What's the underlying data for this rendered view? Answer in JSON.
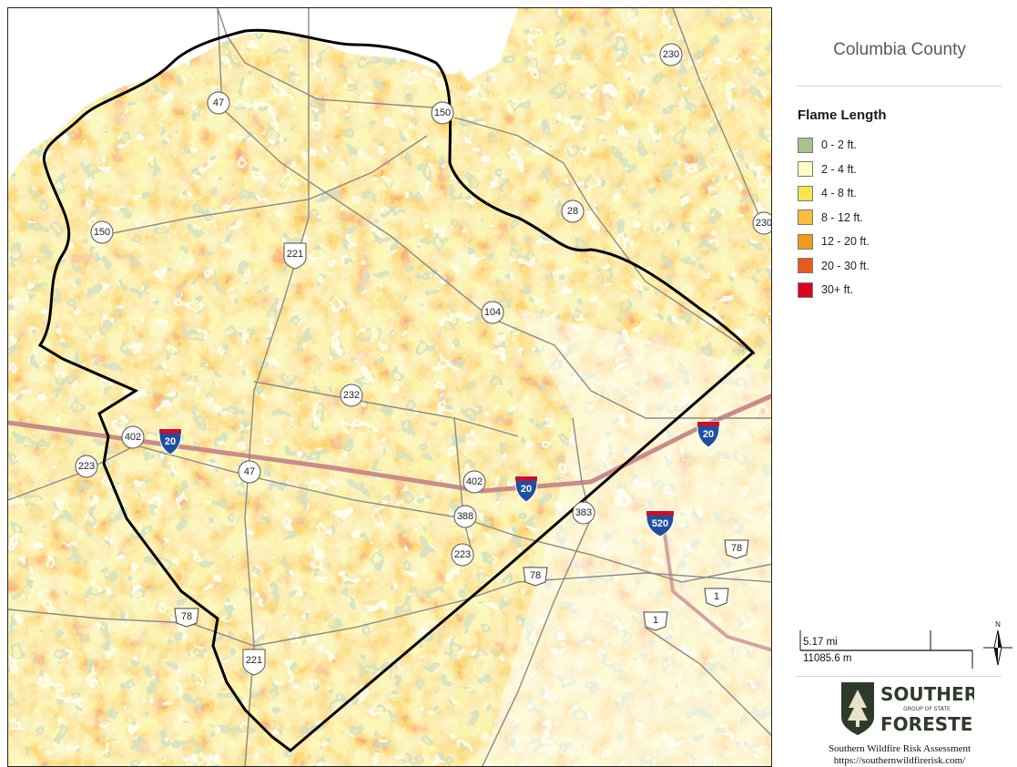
{
  "title": "Columbia County",
  "legend": {
    "heading": "Flame Length",
    "items": [
      {
        "label": "0 - 2  ft.",
        "color": "#a5c38a"
      },
      {
        "label": "2 - 4  ft.",
        "color": "#fefcc4"
      },
      {
        "label": "4 - 8  ft.",
        "color": "#f8e450"
      },
      {
        "label": "8 - 12  ft.",
        "color": "#f9bd3e"
      },
      {
        "label": "12 - 20  ft.",
        "color": "#ef9b19"
      },
      {
        "label": "20 - 30  ft.",
        "color": "#e8591e"
      },
      {
        "label": "30+  ft.",
        "color": "#d9051f"
      }
    ]
  },
  "scale": {
    "miles": "5.17 mi",
    "meters": "11085.6 m"
  },
  "north_label": "N",
  "logo": {
    "line1": "SOUTHERN",
    "line2": "GROUP OF STATE",
    "line3": "FORESTERS"
  },
  "credit": {
    "line1": "Southern Wildfire Risk Assessment",
    "line2": "https://southernwildfirerisk.com/"
  },
  "route_labels": {
    "state": [
      "230",
      "47",
      "150",
      "150",
      "28",
      "230",
      "221",
      "104",
      "232",
      "402",
      "223",
      "47",
      "402",
      "388",
      "383",
      "223",
      "221"
    ],
    "interstate": [
      "20",
      "20",
      "20",
      "520"
    ],
    "us": [
      "78",
      "78",
      "1",
      "1"
    ]
  },
  "colors": {
    "boundary": "#000000",
    "interstate_line": "#c98b8b",
    "road_line": "#8a8a8a",
    "water": "#ffffff",
    "interstate_shield_blue": "#1f4fa0",
    "interstate_shield_red": "#c8102e"
  }
}
